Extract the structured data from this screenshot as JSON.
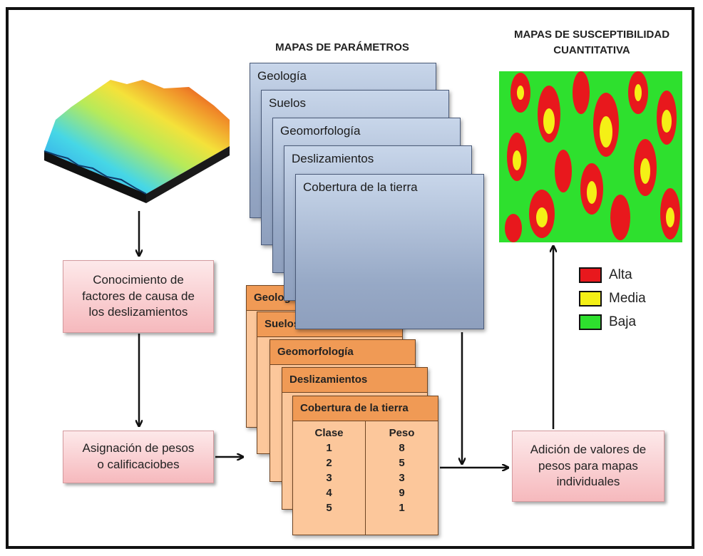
{
  "headers": {
    "param_maps": "MAPAS DE PARÁMETROS",
    "susceptibility_line1": "MAPAS DE SUSCEPTIBILIDAD",
    "susceptibility_line2": "CUANTITATIVA"
  },
  "process_boxes": {
    "knowledge": "Conocimiento de\nfactores de causa de\nlos deslizamientos",
    "weights": "Asignación de pesos\no calificaciobes",
    "addition": "Adición de valores de\npesos para mapas\nindividuales"
  },
  "parameter_layers": [
    "Geología",
    "Suelos",
    "Geomorfología",
    "Deslizamientos",
    "Cobertura de la tierra"
  ],
  "weighted_layers": [
    "Geología",
    "Suelos",
    "Geomorfología",
    "Deslizamientos",
    "Cobertura de la tierra"
  ],
  "weight_table": {
    "headers": [
      "Clase",
      "Peso"
    ],
    "clase": [
      "1",
      "2",
      "3",
      "4",
      "5"
    ],
    "peso": [
      "8",
      "5",
      "3",
      "9",
      "1"
    ]
  },
  "legend": [
    {
      "label": "Alta",
      "color": "#e8181d"
    },
    {
      "label": "Media",
      "color": "#f4f016"
    },
    {
      "label": "Baja",
      "color": "#2ee02e"
    }
  ],
  "colors": {
    "high": "#e8181d",
    "medium": "#f4f016",
    "low": "#2ee02e"
  }
}
